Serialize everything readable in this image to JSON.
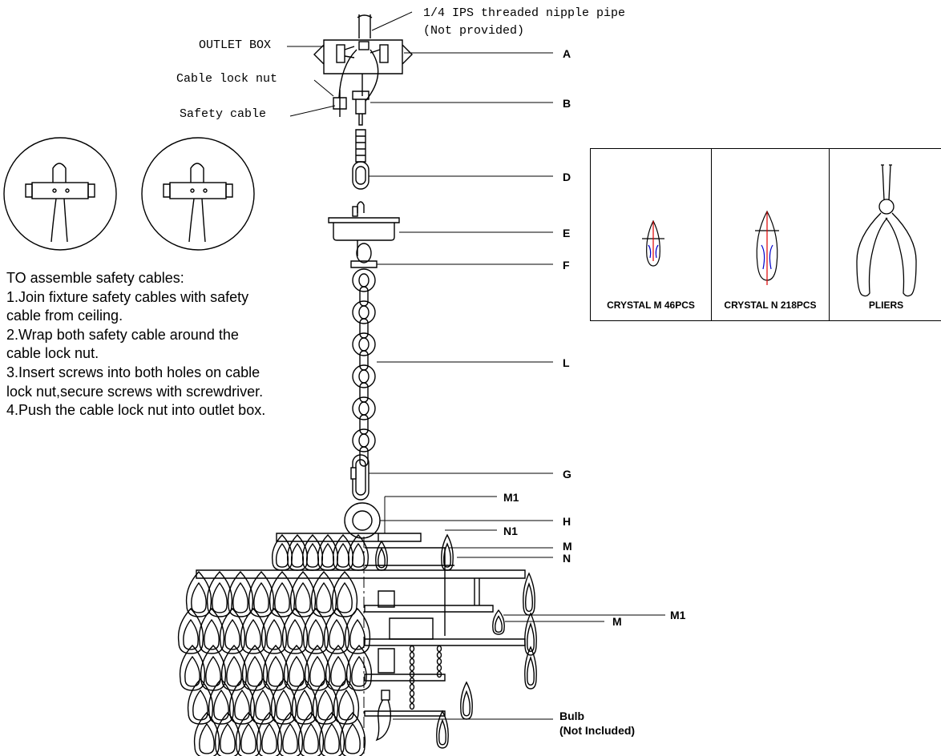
{
  "top_annotation": {
    "line1": "1/4 IPS threaded nipple pipe",
    "line2": "(Not provided)"
  },
  "left_labels": {
    "outlet_box": "OUTLET BOX",
    "cable_lock_nut": "Cable lock nut",
    "safety_cable": "Safety  cable"
  },
  "part_labels": [
    "A",
    "B",
    "D",
    "E",
    "F",
    "L",
    "G",
    "M1",
    "H",
    "N1",
    "M",
    "N",
    "M1",
    "M"
  ],
  "bulb_label": {
    "line1": "Bulb",
    "line2": "(Not Included)"
  },
  "instructions": [
    "TO assemble safety cables:",
    "1.Join fixture safety cables with safety",
    "cable from ceiling.",
    "2.Wrap both safety cable around the",
    "cable lock nut.",
    "3.Insert screws into both holes on cable",
    "lock nut,secure screws with screwdriver.",
    "4.Push the cable lock nut into outlet box."
  ],
  "parts_table": [
    {
      "label": "CRYSTAL  M  46PCS",
      "icon": "crystal-m-icon"
    },
    {
      "label": "CRYSTAL  N  218PCS",
      "icon": "crystal-n-icon"
    },
    {
      "label": "PLIERS",
      "icon": "pliers-icon"
    }
  ]
}
